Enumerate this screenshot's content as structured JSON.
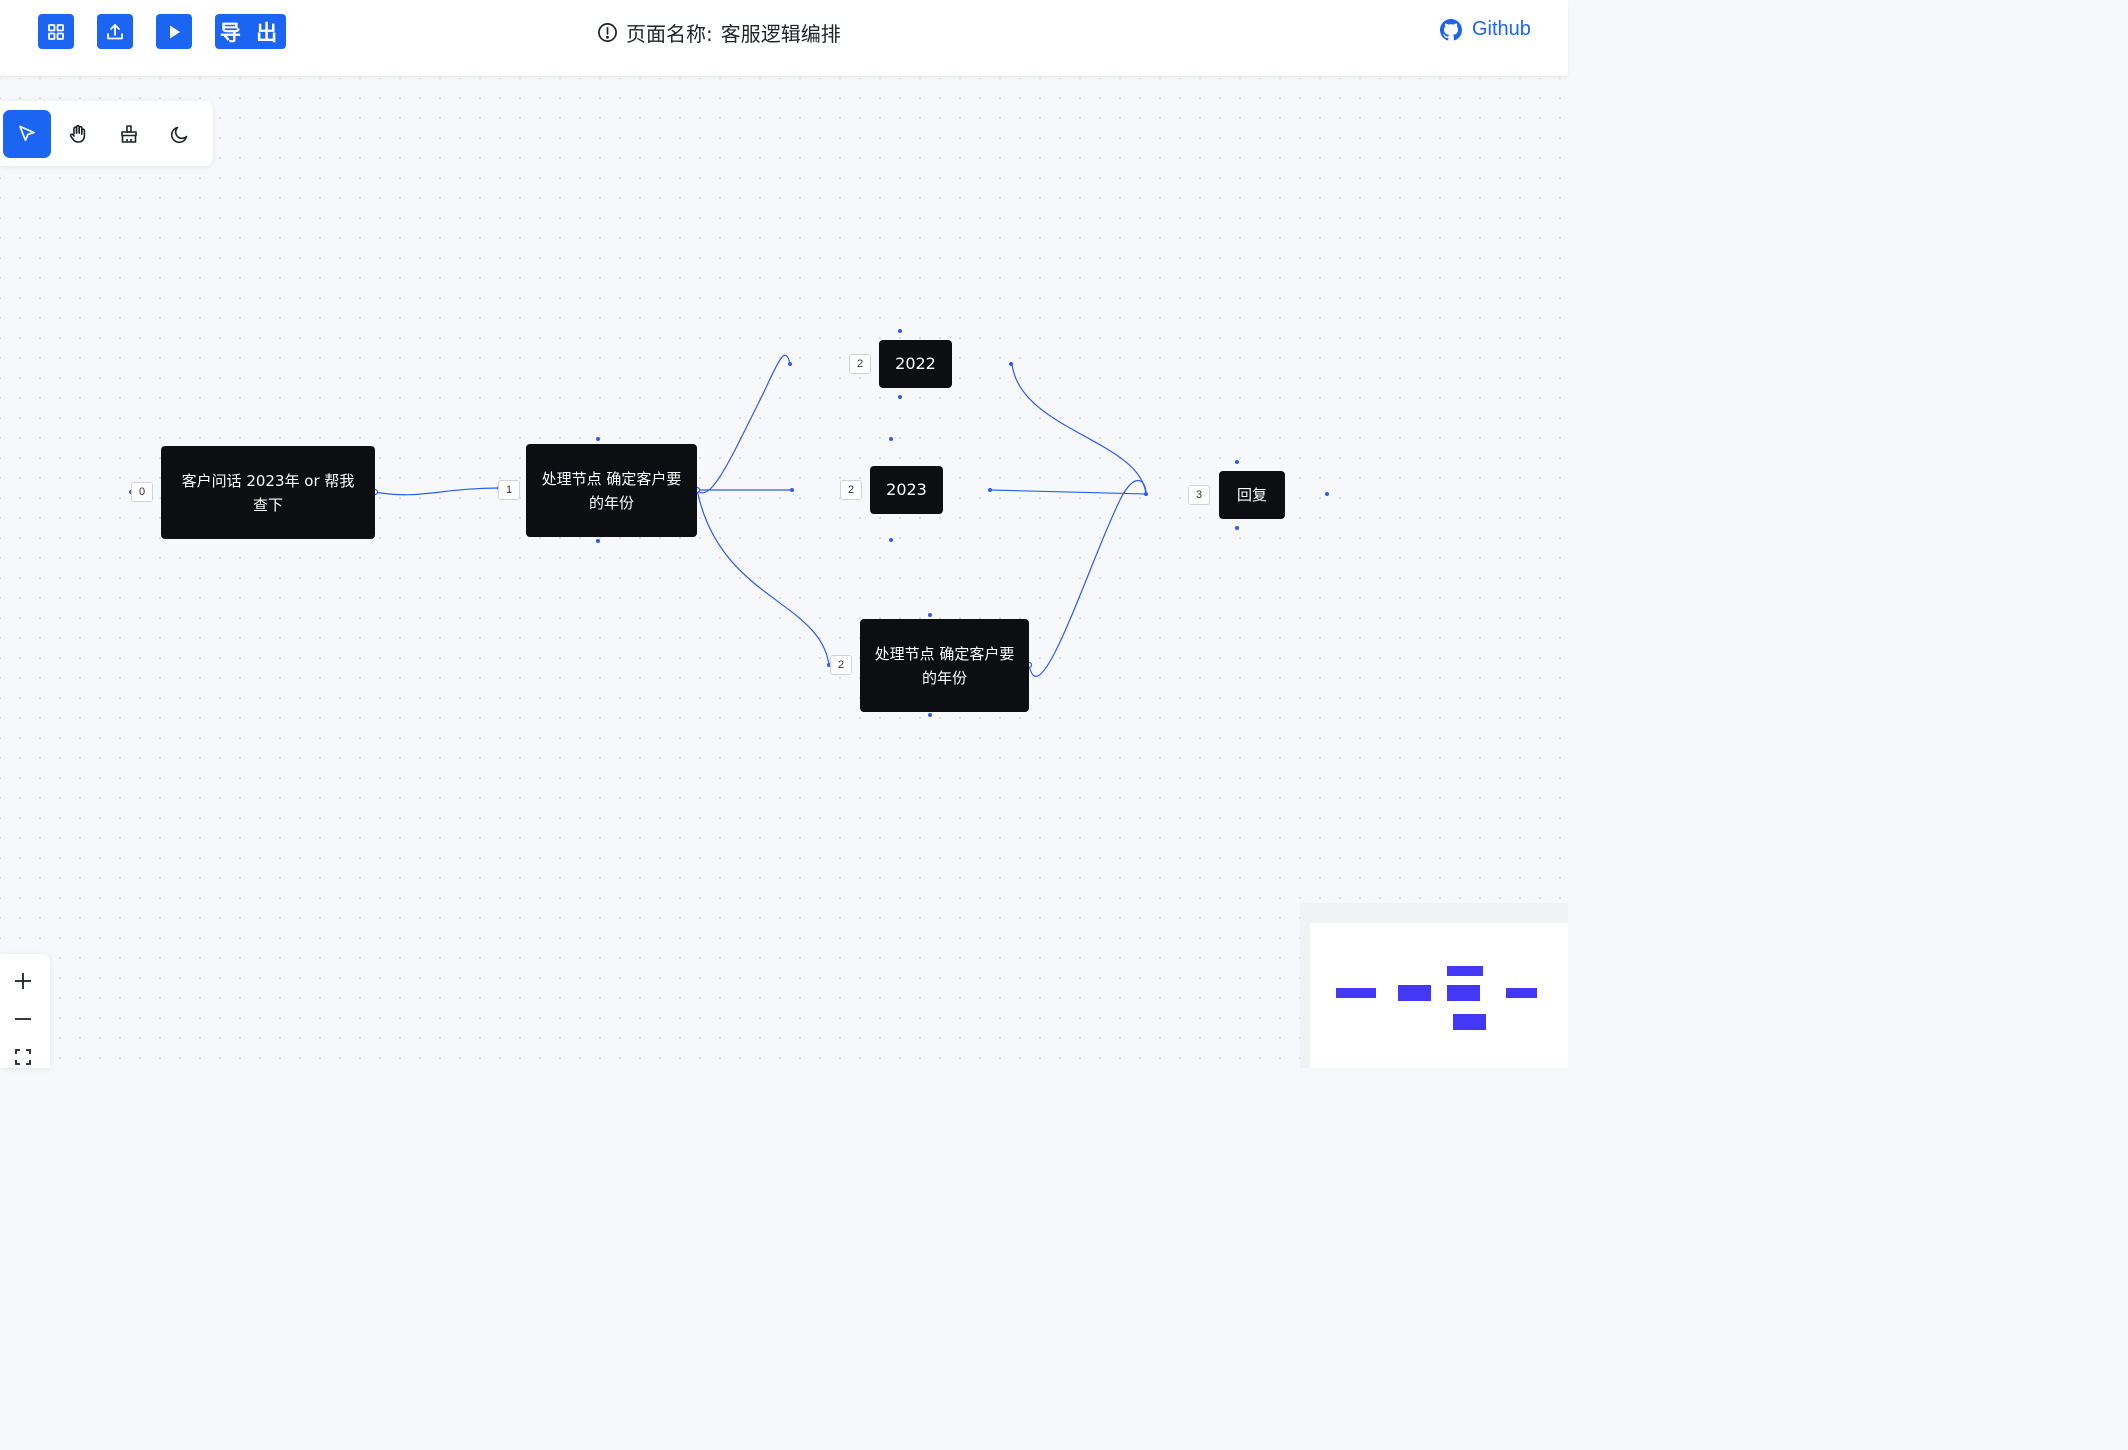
{
  "header": {
    "export_label": "导 出",
    "page_name_label": "页面名称:",
    "page_name": "客服逻辑编排",
    "github_label": "Github"
  },
  "toolbar": {
    "tools": [
      "pointer-icon",
      "hand-icon",
      "broom-icon",
      "moon-icon"
    ],
    "active_tool": "pointer"
  },
  "nodes": [
    {
      "id": "n0",
      "badge": "0",
      "label": "客户问话 2023年 or 帮我查下"
    },
    {
      "id": "n1",
      "badge": "1",
      "label": "处理节点 确定客户要的年份"
    },
    {
      "id": "n2a",
      "badge": "2",
      "label": "2022"
    },
    {
      "id": "n2b",
      "badge": "2",
      "label": "2023"
    },
    {
      "id": "n2c",
      "badge": "2",
      "label": "处理节点 确定客户要的年份"
    },
    {
      "id": "n3",
      "badge": "3",
      "label": "回复"
    }
  ],
  "edges": [
    {
      "from": "n0",
      "to": "n1"
    },
    {
      "from": "n1",
      "to": "n2a"
    },
    {
      "from": "n1",
      "to": "n2b"
    },
    {
      "from": "n1",
      "to": "n2c"
    },
    {
      "from": "n2a",
      "to": "n3"
    },
    {
      "from": "n2b",
      "to": "n3"
    },
    {
      "from": "n2c",
      "to": "n3"
    }
  ],
  "colors": {
    "accent": "#1c64f2",
    "node_bg": "#0d0e11",
    "edge": "#2f5cf0",
    "minimap_node": "#4338f5"
  },
  "zoom": {
    "icons": [
      "plus-icon",
      "minus-icon",
      "fit-view-icon"
    ]
  }
}
